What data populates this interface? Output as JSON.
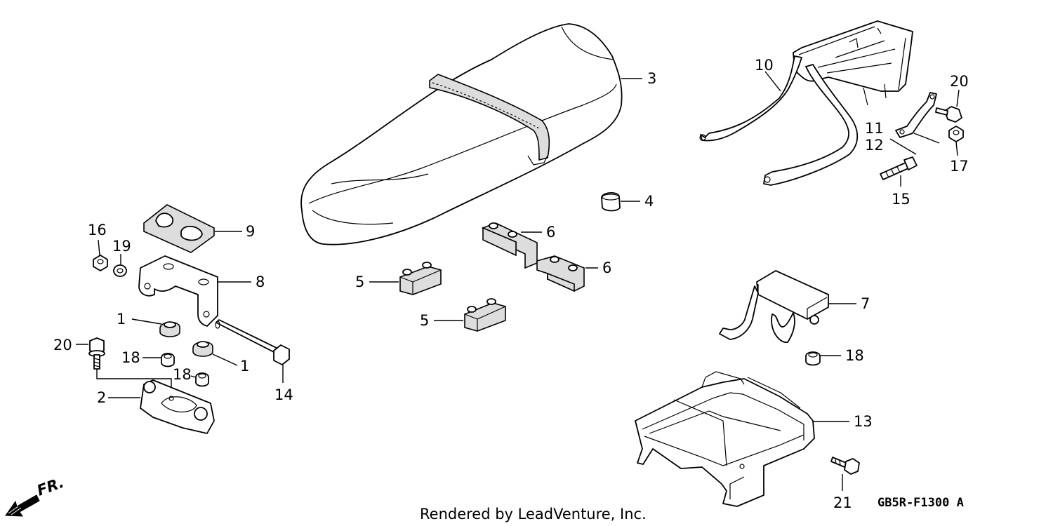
{
  "diagram": {
    "callouts": {
      "c1a": "1",
      "c1b": "1",
      "c2": "2",
      "c3": "3",
      "c4": "4",
      "c5a": "5",
      "c5b": "5",
      "c6a": "6",
      "c6b": "6",
      "c7": "7",
      "c8": "8",
      "c9": "9",
      "c10": "10",
      "c11": "11",
      "c12": "12",
      "c13": "13",
      "c14": "14",
      "c15": "15",
      "c16": "16",
      "c17": "17",
      "c18a": "18",
      "c18b": "18",
      "c18c": "18",
      "c19": "19",
      "c20a": "20",
      "c20b": "20",
      "c21": "21"
    },
    "direction_label": "FR.",
    "diagram_code": "GB5R-F1300 A",
    "footer_text": "Rendered by LeadVenture, Inc."
  }
}
